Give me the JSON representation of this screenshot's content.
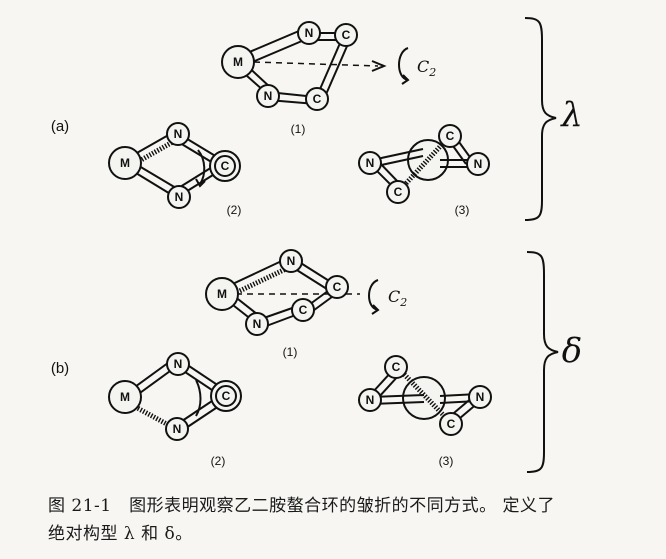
{
  "figure": {
    "parts": [
      {
        "label": "(a)",
        "config": "λ",
        "structures": [
          {
            "number": "(1)",
            "atoms": [
              "M",
              "N",
              "C",
              "N",
              "C"
            ],
            "axis_label": "C",
            "axis_sub": "2"
          },
          {
            "number": "(2)",
            "atoms": [
              "M",
              "N",
              "N",
              "C"
            ]
          },
          {
            "number": "(3)",
            "atoms": [
              "C",
              "N",
              "N",
              "C"
            ]
          }
        ]
      },
      {
        "label": "(b)",
        "config": "δ",
        "structures": [
          {
            "number": "(1)",
            "atoms": [
              "M",
              "N",
              "C",
              "N",
              "C"
            ],
            "axis_label": "C",
            "axis_sub": "2"
          },
          {
            "number": "(2)",
            "atoms": [
              "M",
              "N",
              "N",
              "C"
            ]
          },
          {
            "number": "(3)",
            "atoms": [
              "C",
              "N",
              "N",
              "C"
            ]
          }
        ]
      }
    ]
  },
  "caption": {
    "line1": "图 21-1　图形表明观察乙二胺螯合环的皱折的不同方式。 定义了",
    "line2": "绝对构型 λ 和 δ。"
  }
}
